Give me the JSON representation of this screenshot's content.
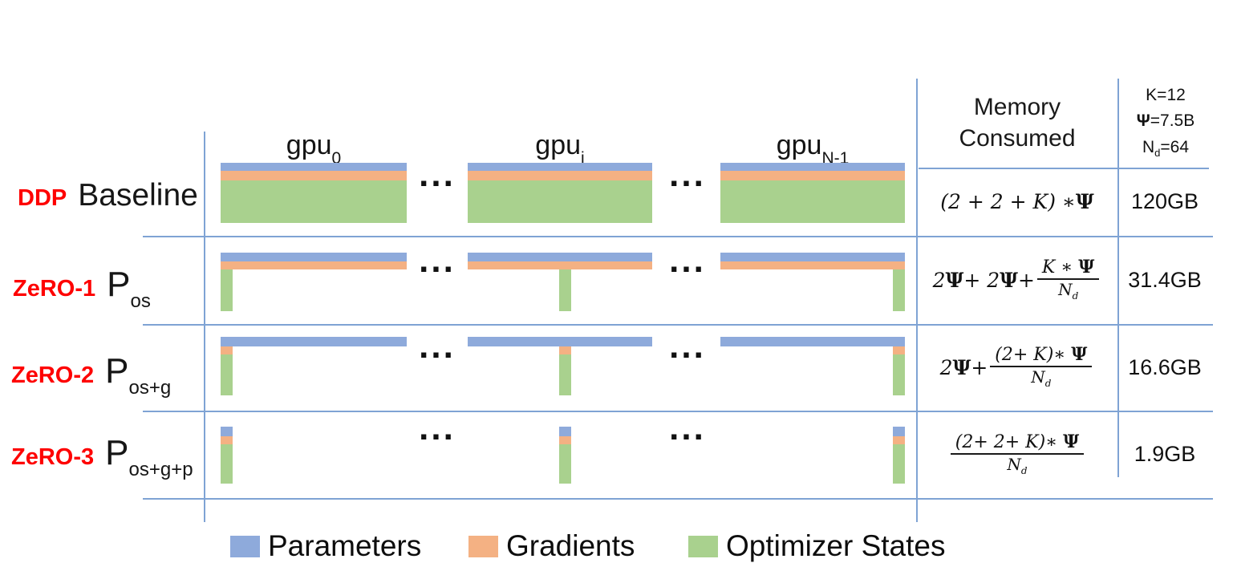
{
  "palette": {
    "parameters_blue": "#8eaadb",
    "gradients_orange": "#f4b183",
    "optimizer_green": "#a9d18e",
    "grid_line": "#7fa3d4",
    "label_red": "#fe0000"
  },
  "gpu_headers": [
    {
      "base": "gpu",
      "sub": "0"
    },
    {
      "base": "gpu",
      "sub": "i"
    },
    {
      "base": "gpu",
      "sub": "N-1"
    }
  ],
  "ellipsis": "...",
  "rows": [
    {
      "tag": "DDP",
      "name": "Baseline",
      "name_sub": "",
      "memory": "120GB"
    },
    {
      "tag": "ZeRO-1",
      "name": "P",
      "name_sub": "os",
      "memory": "31.4GB"
    },
    {
      "tag": "ZeRO-2",
      "name": "P",
      "name_sub": "os+g",
      "memory": "16.6GB"
    },
    {
      "tag": "ZeRO-3",
      "name": "P",
      "name_sub": "os+g+p",
      "memory": "1.9GB"
    }
  ],
  "memory_header": {
    "line1": "Memory",
    "line2": "Consumed"
  },
  "constants": [
    {
      "segs": [
        {
          "s": "K=12"
        }
      ]
    },
    {
      "segs": [
        {
          "s": "Ψ",
          "b": true
        },
        {
          "s": "=7.5B"
        }
      ]
    },
    {
      "segs": [
        {
          "s": "N"
        },
        {
          "s": "d",
          "sub": true
        },
        {
          "s": "=64"
        }
      ]
    }
  ],
  "formulas": [
    {
      "segs": [
        {
          "s": "(2 + 2 + K) ∗ "
        },
        {
          "s": "Ψ",
          "b": true
        }
      ]
    },
    {
      "segs": [
        {
          "s": "2"
        },
        {
          "s": "Ψ",
          "b": true
        },
        {
          "s": " + 2"
        },
        {
          "s": "Ψ",
          "b": true
        },
        {
          "s": " + "
        },
        {
          "frac": {
            "num": [
              {
                "s": "K ∗ "
              },
              {
                "s": "Ψ",
                "b": true
              }
            ],
            "den": [
              {
                "s": "N"
              },
              {
                "s": "d",
                "sub": true
              }
            ]
          }
        }
      ]
    },
    {
      "segs": [
        {
          "s": "2"
        },
        {
          "s": "Ψ",
          "b": true
        },
        {
          "s": " + "
        },
        {
          "frac": {
            "num": [
              {
                "s": "(2+ K)∗ "
              },
              {
                "s": "Ψ",
                "b": true
              }
            ],
            "den": [
              {
                "s": "N"
              },
              {
                "s": "d",
                "sub": true
              }
            ]
          }
        }
      ]
    },
    {
      "segs": [
        {
          "frac": {
            "num": [
              {
                "s": "(2+ 2+ K)∗ "
              },
              {
                "s": "Ψ",
                "b": true
              }
            ],
            "den": [
              {
                "s": "N"
              },
              {
                "s": "d",
                "sub": true
              }
            ]
          }
        }
      ]
    }
  ],
  "legend": [
    {
      "label": "Parameters"
    },
    {
      "label": "Gradients"
    },
    {
      "label": "Optimizer States"
    }
  ]
}
